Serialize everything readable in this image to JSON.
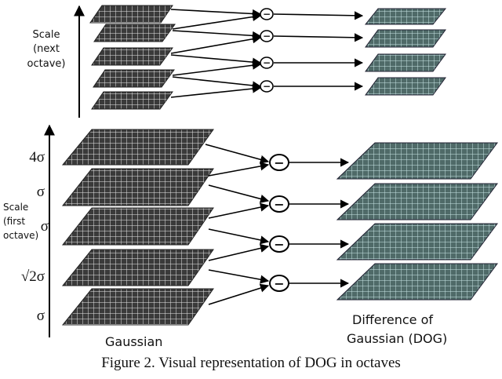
{
  "top_octave": {
    "axis_label_lines": [
      "Scale",
      "(next",
      "octave)"
    ]
  },
  "first_octave": {
    "axis_label_lines": [
      "Scale",
      "(first",
      "octave)"
    ],
    "sigma_labels": [
      "4σ",
      "σ",
      "σ",
      "√2σ",
      "σ"
    ]
  },
  "operator_symbol": "−",
  "gaussian_label": "Gaussian",
  "dog_label_lines": [
    "Difference of",
    "Gaussian (DOG)"
  ],
  "caption": "Figure 2. Visual representation of DOG in octaves",
  "colors": {
    "gaussian_fill": "#3a3a3a",
    "gaussian_grid": "#e8e8e8",
    "dog_fill": "#4f6a68",
    "dog_grid": "#c9e6e6"
  }
}
